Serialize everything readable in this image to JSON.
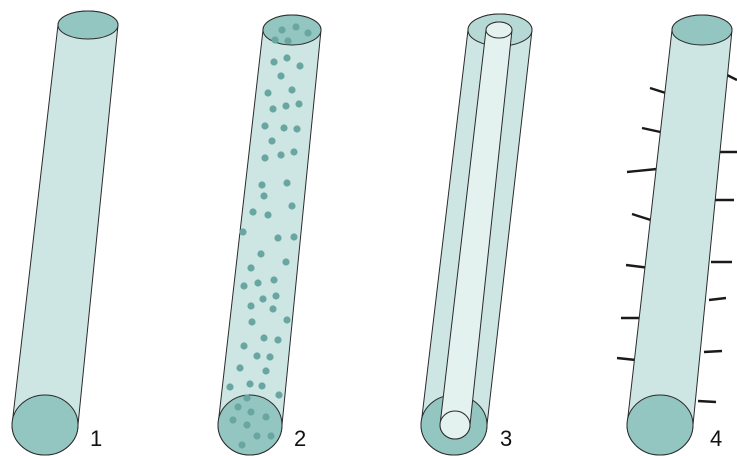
{
  "colors": {
    "body_fill": "#cde6e4",
    "cap_fill": "#93c5c1",
    "outline": "#2a2a2a",
    "particle": "#6aa6a1",
    "inner_fill": "#e3f1ef",
    "spine": "#1a1a1a"
  },
  "diagrams": [
    {
      "label": "1",
      "variant": "plain-cylinder"
    },
    {
      "label": "2",
      "variant": "cylinder-with-particles"
    },
    {
      "label": "3",
      "variant": "hollow-tube-with-inner-core"
    },
    {
      "label": "4",
      "variant": "cylinder-with-surface-spines"
    }
  ]
}
